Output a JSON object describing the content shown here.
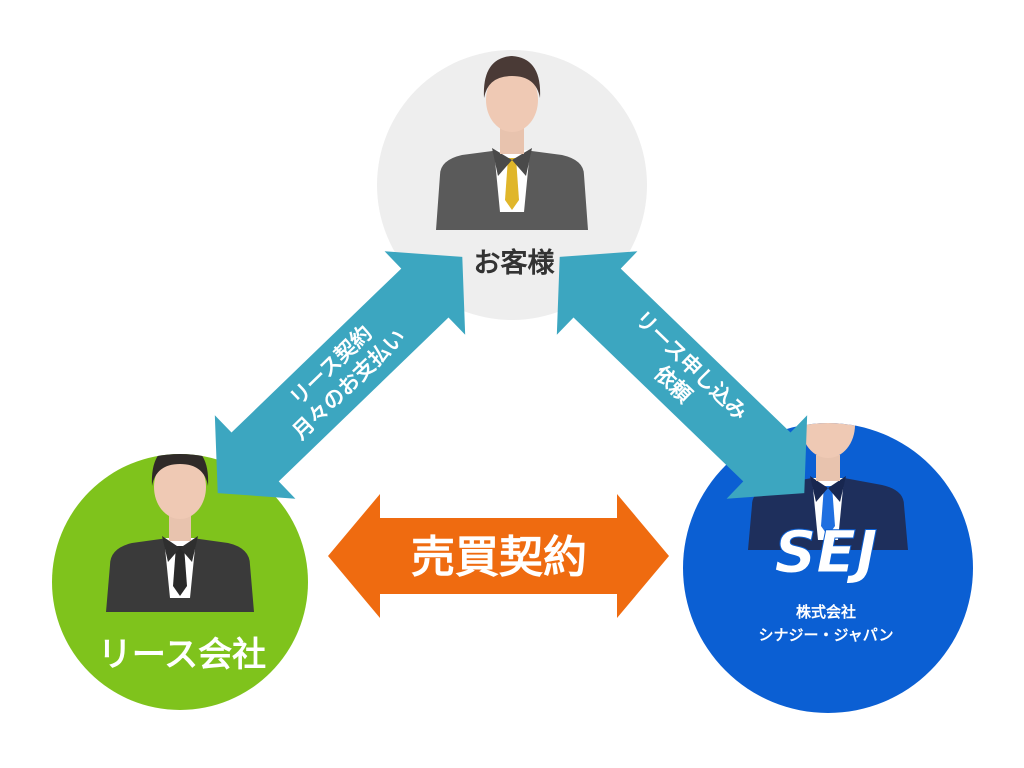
{
  "nodes": {
    "customer": {
      "label": "お客様"
    },
    "lease_company": {
      "label": "リース会社"
    },
    "sej": {
      "logo": "SEJ",
      "name_line1": "株式会社",
      "name_line2": "シナジー・ジャパン"
    }
  },
  "arrows": {
    "left": {
      "line1": "リース契約",
      "line2": "月々のお支払い"
    },
    "right": {
      "line1": "リース申し込み",
      "line2": "依頼"
    },
    "bottom": {
      "label": "売買契約"
    }
  },
  "colors": {
    "customer_circle": "#eeeeee",
    "lease_circle": "#7fc31c",
    "sej_circle": "#0b5fd3",
    "teal_arrow": "#3ca6c0",
    "orange_arrow": "#ef6b10"
  }
}
